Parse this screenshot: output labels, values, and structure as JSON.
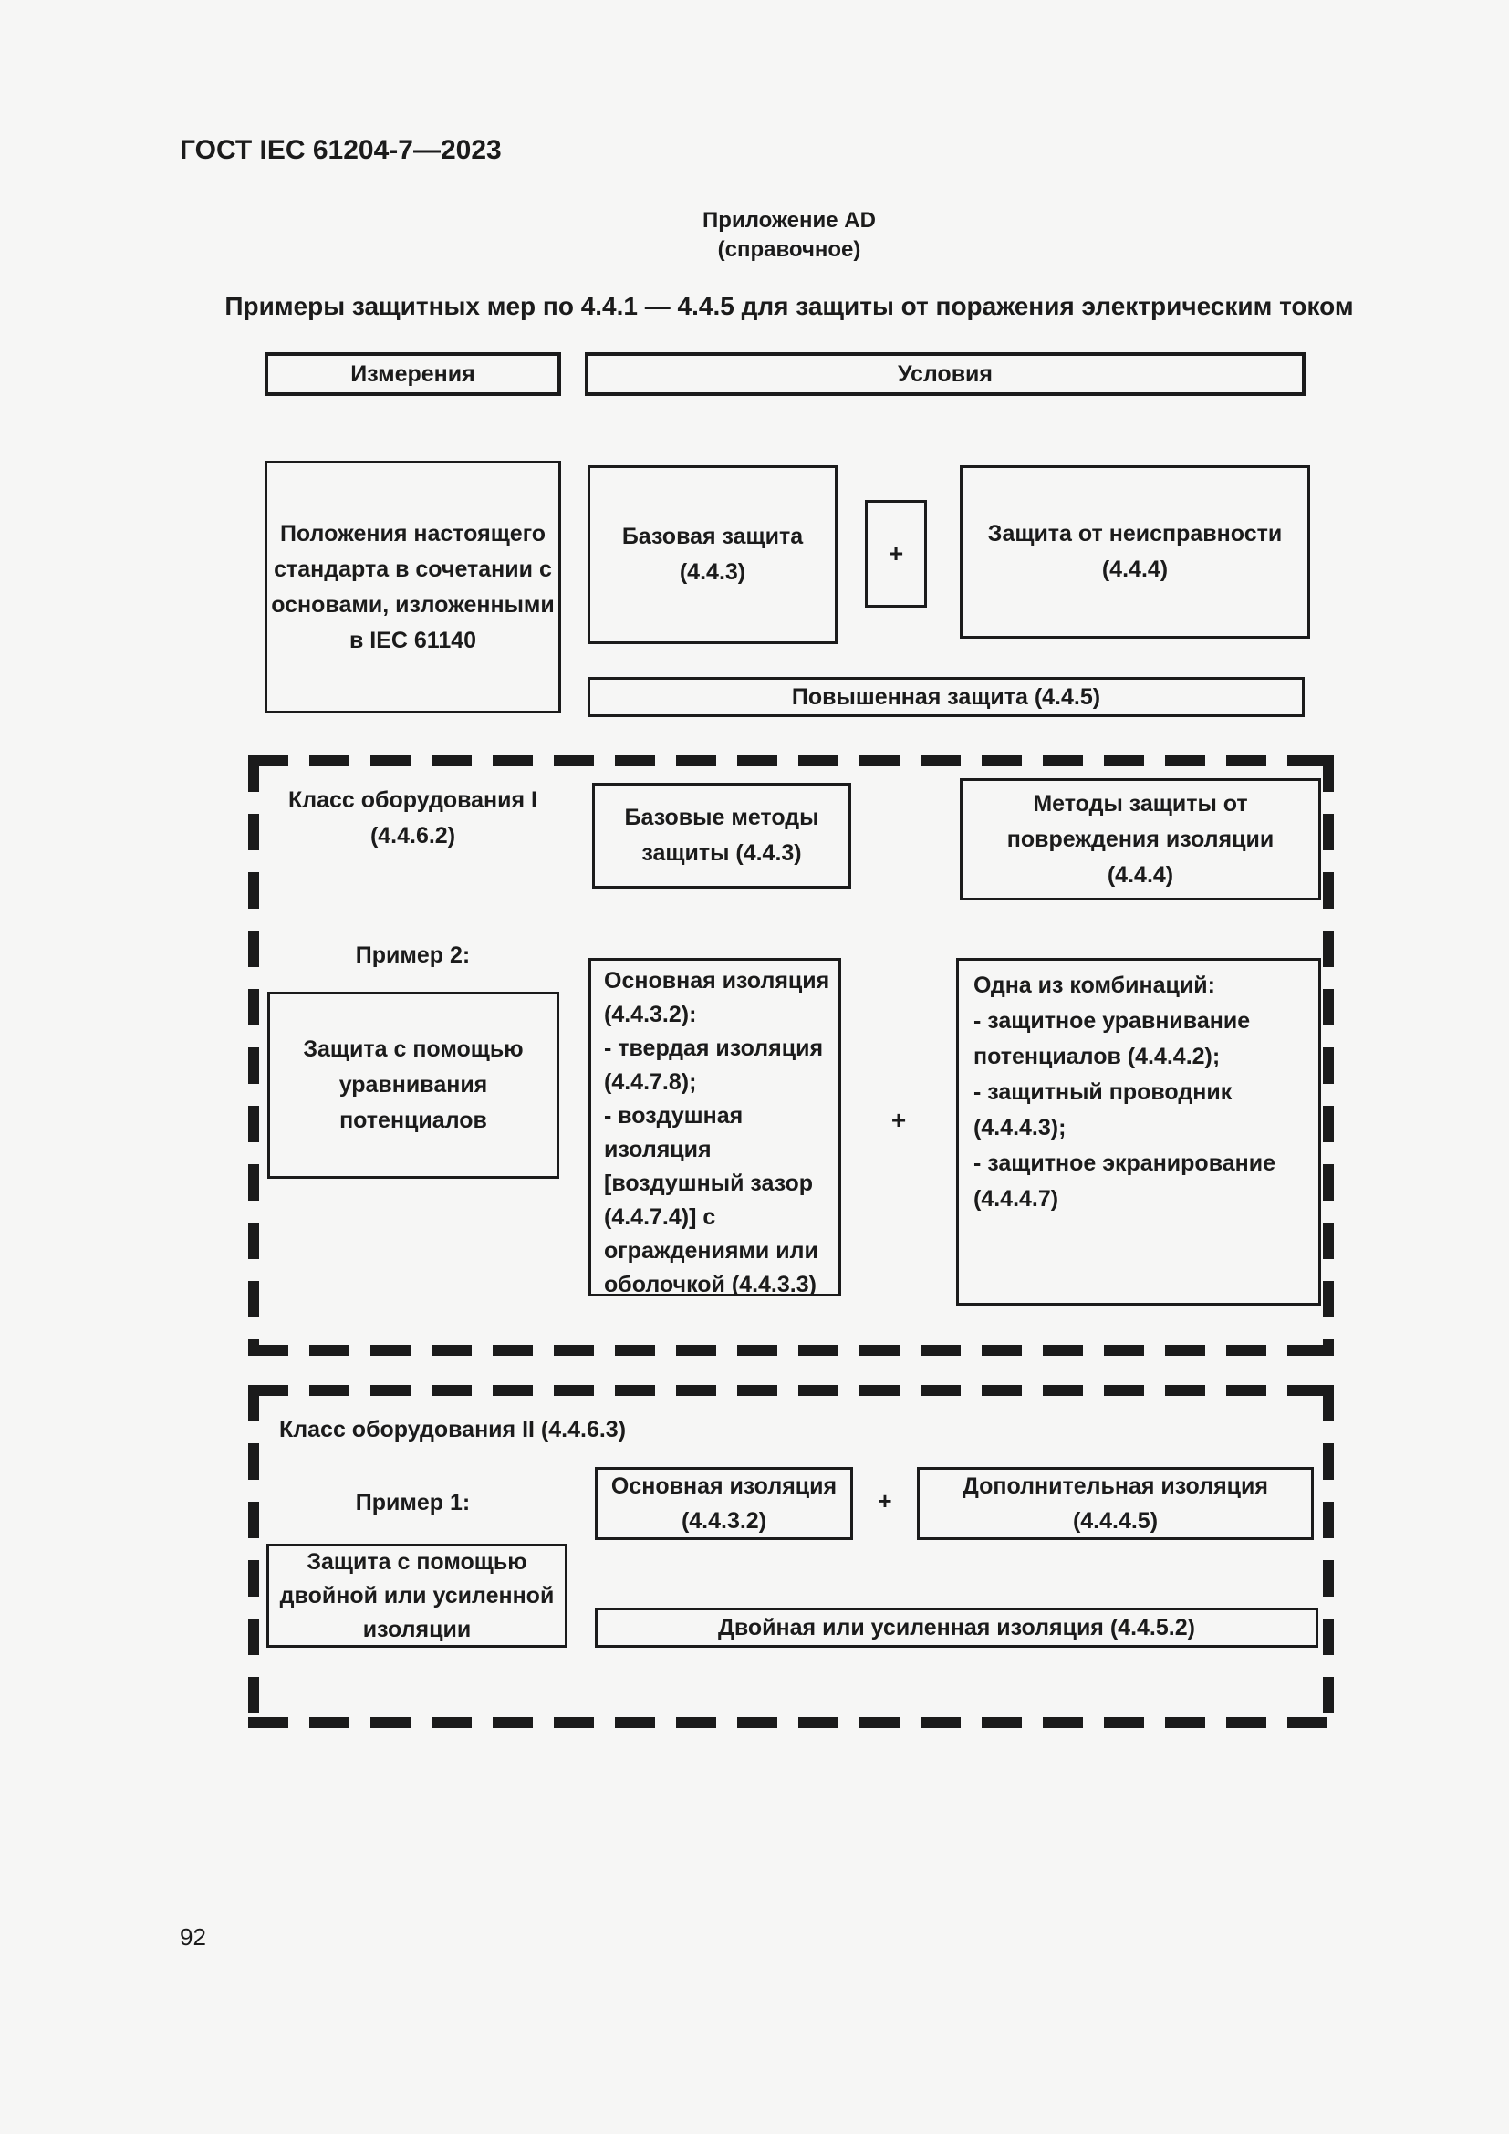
{
  "page": {
    "doc_code": "ГОСТ IEC 61204-7—2023",
    "page_number": "92",
    "annex_title": "Приложение AD",
    "annex_subtitle": "(справочное)",
    "main_title": "Примеры защитных мер по 4.4.1 — 4.4.5 для защиты от поражения электрическим током"
  },
  "colors": {
    "ink": "#1b1b1b",
    "paper": "#f6f6f5"
  },
  "diagram": {
    "header": {
      "measures": "Измерения",
      "conditions": "Условия"
    },
    "row1": {
      "provisions": [
        "Положения настоящего",
        "стандарта в сочетании с",
        "основами, изложенными",
        "в IEC 61140"
      ],
      "basic_protection": [
        "Базовая защита",
        "(4.4.3)"
      ],
      "plus": "+",
      "fault_protection": [
        "Защита от неисправности",
        "(4.4.4)"
      ],
      "enhanced_protection": "Повышенная защита (4.4.5)"
    },
    "class1": {
      "label": [
        "Класс оборудования I",
        "(4.4.6.2)"
      ],
      "basic_methods": [
        "Базовые методы",
        "защиты (4.4.3)"
      ],
      "insulation_fault_methods": [
        "Методы защиты от",
        "повреждения изоляции",
        "(4.4.4)"
      ],
      "example_label": "Пример 2:",
      "equipotential_protection": [
        "Защита с помощью",
        "уравнивания",
        "потенциалов"
      ],
      "basic_insulation": [
        "Основная изоляция",
        "(4.4.3.2):",
        "- твердая изоляция",
        "(4.4.7.8);",
        "- воздушная",
        "изоляция",
        "[воздушный зазор",
        "(4.4.7.4)] с",
        "ограждениями или",
        "оболочкой (4.4.3.3)"
      ],
      "plus": "+",
      "combinations": [
        "Одна из комбинаций:",
        "- защитное уравнивание",
        "потенциалов (4.4.4.2);",
        "- защитный проводник (4.4.4.3);",
        "- защитное экранирование",
        "(4.4.4.7)"
      ]
    },
    "class2": {
      "label": "Класс оборудования II (4.4.6.3)",
      "example_label": "Пример 1:",
      "basic_insulation": [
        "Основная изоляция",
        "(4.4.3.2)"
      ],
      "plus": "+",
      "supplementary_insulation": [
        "Дополнительная изоляция",
        "(4.4.4.5)"
      ],
      "double_insulation_protection": [
        "Защита с помощью",
        "двойной или усиленной",
        "изоляции"
      ],
      "double_insulation_bar": "Двойная или усиленная изоляция (4.4.5.2)"
    }
  }
}
